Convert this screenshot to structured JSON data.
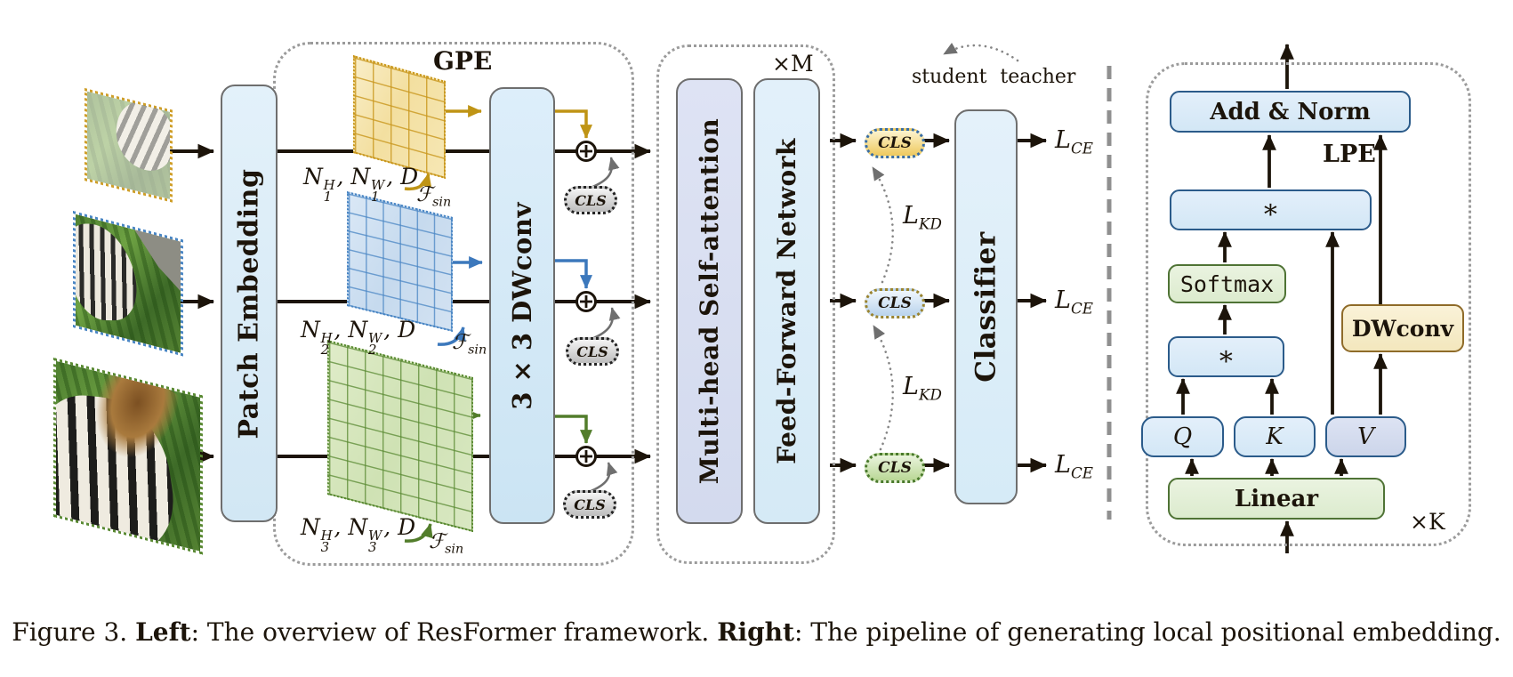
{
  "caption": {
    "prefix": "Figure 3. ",
    "bold1": "Left",
    "text1": ": The overview of ResFormer framework. ",
    "bold2": "Right",
    "text2": ": The pipeline of generating local positional embedding."
  },
  "left": {
    "patch_embedding": "Patch Embedding",
    "gpe_label": "GPE",
    "dwconv_label": "3 × 3 DWconv",
    "xm_label": "×M",
    "mhsa_label": "Multi-head Self-attention",
    "ffn_label": "Feed-Forward Network",
    "classifier_label": "Classifier",
    "cls_label": "CLS",
    "student": "student",
    "teacher": "teacher",
    "streams": [
      {
        "n_base": "N",
        "sup_h": "H",
        "sup_w": "W",
        "sub": "1",
        "sep": ",",
        "d": "D",
        "fsin_base": "ℱ",
        "fsin_sub": "sin"
      },
      {
        "n_base": "N",
        "sup_h": "H",
        "sup_w": "W",
        "sub": "2",
        "sep": ",",
        "d": "D",
        "fsin_base": "ℱ",
        "fsin_sub": "sin"
      },
      {
        "n_base": "N",
        "sup_h": "H",
        "sup_w": "W",
        "sub": "3",
        "sep": ",",
        "d": "D",
        "fsin_base": "ℱ",
        "fsin_sub": "sin"
      }
    ],
    "lce": {
      "base": "L",
      "sub": "CE"
    },
    "lkd": {
      "base": "L",
      "sub": "KD"
    }
  },
  "right": {
    "add_norm": "Add & Norm",
    "lpe_label": "LPE",
    "matmul": "∗",
    "softmax": "Softmax",
    "dwconv": "DWconv",
    "q": "Q",
    "k": "K",
    "v": "V",
    "linear": "Linear",
    "xk_label": "×K"
  },
  "colors": {
    "stream_yellow": "#bf9415",
    "stream_blue": "#3c78bc",
    "stream_green": "#527d2b",
    "ink_black": "#1c140a",
    "gray_border": "#6e6e6e",
    "navy_border": "#2b5b8a",
    "green_border": "#4f7335",
    "tan_border": "#8f6b29"
  }
}
